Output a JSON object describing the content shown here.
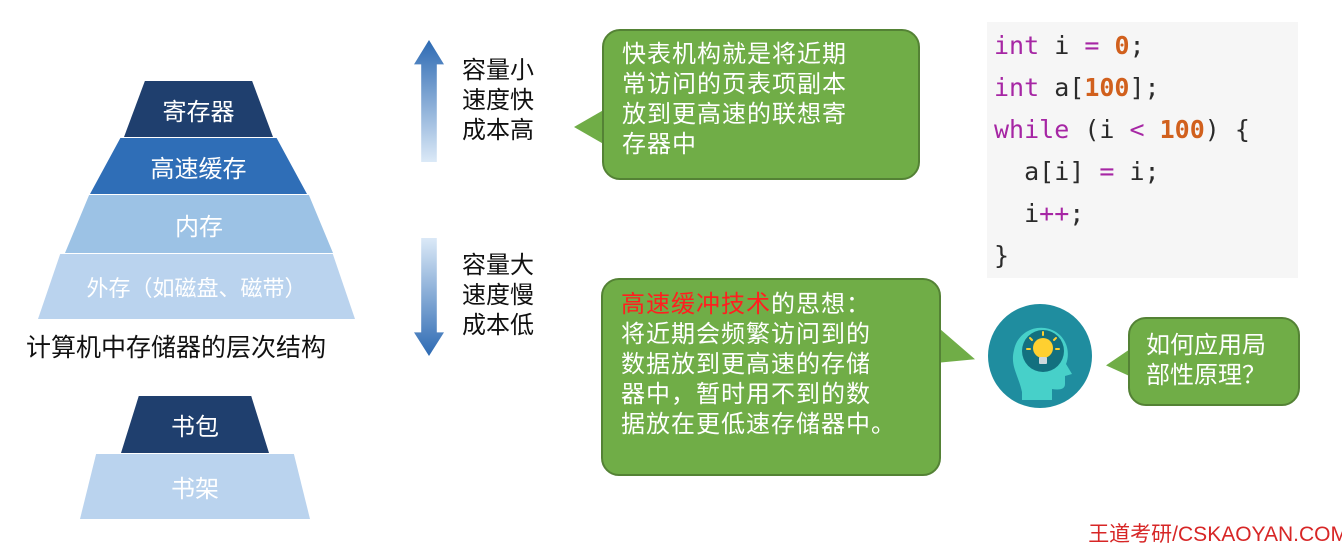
{
  "pyramid": {
    "levels": [
      "寄存器",
      "高速缓存",
      "内存",
      "外存（如磁盘、磁带）"
    ],
    "caption": "计算机中存储器的层次结构"
  },
  "analogy": {
    "levels": [
      "书包",
      "书架"
    ]
  },
  "arrow_up": {
    "lines": [
      "容量小",
      "速度快",
      "成本高"
    ]
  },
  "arrow_down": {
    "lines": [
      "容量大",
      "速度慢",
      "成本低"
    ]
  },
  "bubble_tlb": {
    "lines": [
      "快表机构就是将近期",
      "常访问的页表项副本",
      "放到更高速的联想寄",
      "存器中"
    ]
  },
  "bubble_cache": {
    "highlight": "高速缓冲技术",
    "first_line_rest": "的思想：",
    "lines": [
      "将近期会频繁访问到的",
      "数据放到更高速的存储",
      "器中，暂时用不到的数",
      "据放在更低速存储器中。"
    ]
  },
  "bubble_question": {
    "lines": [
      "如何应用局",
      "部性原理？"
    ]
  },
  "code": {
    "line1": {
      "kw": "int",
      "rest": " i ",
      "op": "=",
      "sp": " ",
      "num": "0",
      "end": ";"
    },
    "line2": {
      "kw": "int",
      "rest": " a[",
      "num": "100",
      "end": "];"
    },
    "line3": {
      "kw": "while",
      "rest": " (i ",
      "op": "<",
      "sp": " ",
      "num": "100",
      "end": ") {"
    },
    "line4": {
      "rest": "  a[i] ",
      "op": "=",
      "end": " i;"
    },
    "line5": {
      "rest": "  i",
      "op": "++",
      "end": ";"
    },
    "line6": {
      "rest": "}"
    }
  },
  "icons": {
    "avatar": "head-with-lightbulb-icon"
  },
  "colors": {
    "tier_dark": "#1f3f6e",
    "tier_mid": "#2f6eb7",
    "tier_light": "#9cc2e5",
    "tier_pale": "#bad3ee",
    "bubble_green": "#70ad47",
    "highlight_red": "#ff1f1f",
    "brand_red": "#d72626",
    "avatar_teal": "#1f8d9f"
  },
  "brand": {
    "text": "王道考研/CSKAOYAN.COM"
  }
}
